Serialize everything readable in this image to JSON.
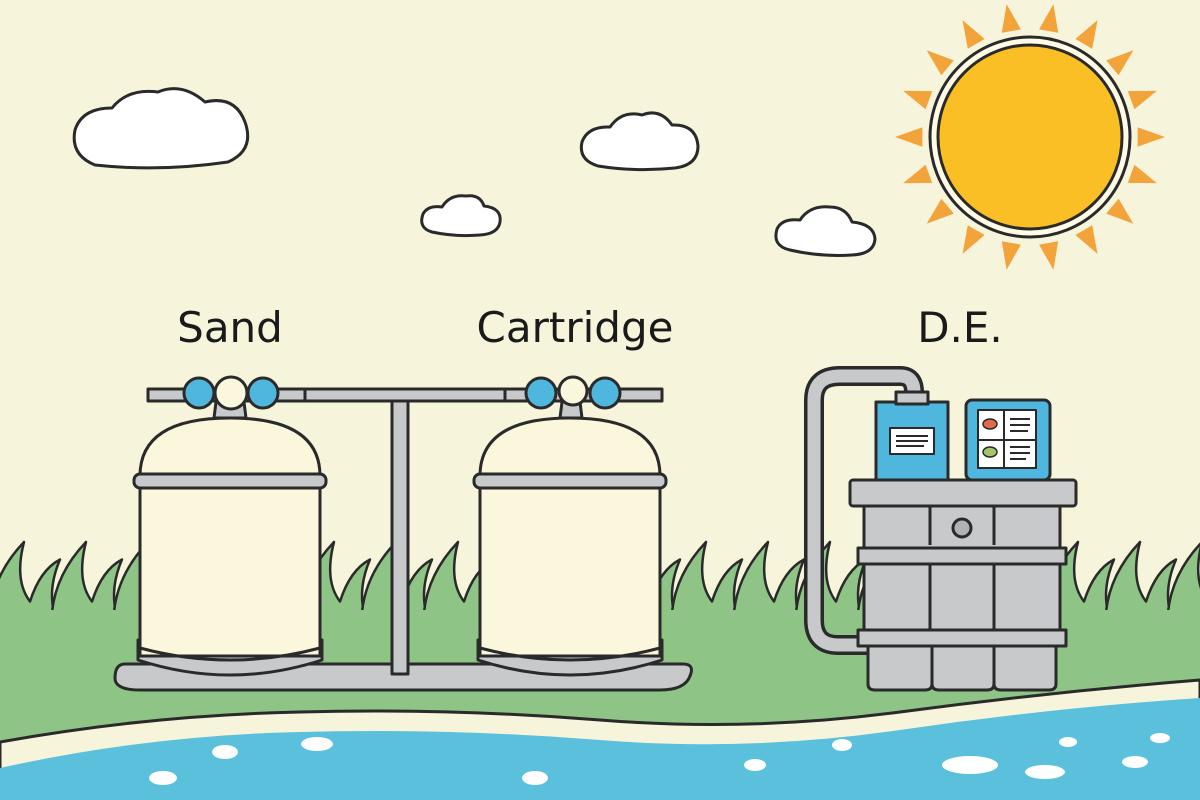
{
  "labels": {
    "sand": "Sand",
    "cartridge": "Cartridge",
    "de": "D.E."
  },
  "colors": {
    "sky": "#f7f4dc",
    "sun": "#fbbf26",
    "sun_rays": "#f2a33a",
    "grass": "#8fc487",
    "sand_strip": "#f7f4dc",
    "water": "#5bc0dc",
    "tank_fill": "#fbf7dc",
    "metal": "#c7c9cb",
    "valve_blue": "#4fb7dd",
    "panel_blue": "#4fb7dd",
    "outline": "#2a2a2a"
  },
  "icons": [
    "sun-icon",
    "cloud-icon",
    "sand-filter-tank",
    "cartridge-filter-tank",
    "de-filter-unit"
  ]
}
